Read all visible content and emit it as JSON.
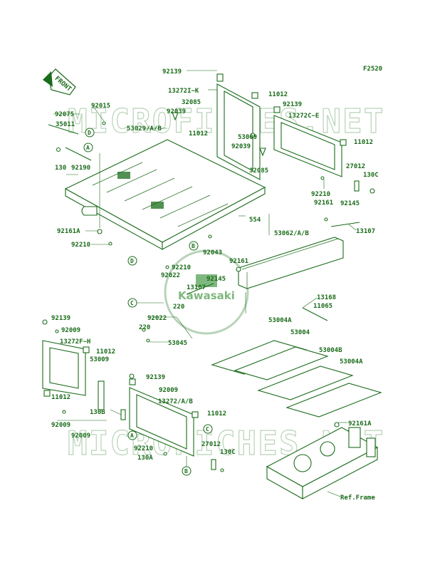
{
  "figure_code": "F2520",
  "front_label": "FRONT",
  "watermark": "MICROFICHES.NET",
  "brand": "Kawasaki",
  "part_labels": [
    {
      "id": "l1",
      "text": "92139"
    },
    {
      "id": "l2",
      "text": "13272I~K"
    },
    {
      "id": "l3",
      "text": "11012"
    },
    {
      "id": "l4",
      "text": "92139"
    },
    {
      "id": "l5",
      "text": "32085"
    },
    {
      "id": "l6",
      "text": "92039"
    },
    {
      "id": "l7",
      "text": "13272C~E"
    },
    {
      "id": "l8",
      "text": "92075"
    },
    {
      "id": "l9",
      "text": "92015"
    },
    {
      "id": "l10",
      "text": "35011"
    },
    {
      "id": "l11",
      "text": "53029/A/B"
    },
    {
      "id": "l12",
      "text": "11012"
    },
    {
      "id": "l13",
      "text": "53009"
    },
    {
      "id": "l14",
      "text": "11012"
    },
    {
      "id": "l15",
      "text": "92039"
    },
    {
      "id": "l16",
      "text": "32085"
    },
    {
      "id": "l17",
      "text": "130"
    },
    {
      "id": "l18",
      "text": "92190"
    },
    {
      "id": "l19",
      "text": "27012"
    },
    {
      "id": "l20",
      "text": "130C"
    },
    {
      "id": "l21",
      "text": "92210"
    },
    {
      "id": "l22",
      "text": "92161"
    },
    {
      "id": "l23",
      "text": "92145"
    },
    {
      "id": "l24",
      "text": "554"
    },
    {
      "id": "l25",
      "text": "92161A"
    },
    {
      "id": "l26",
      "text": "13107"
    },
    {
      "id": "l27",
      "text": "53062/A/B"
    },
    {
      "id": "l28",
      "text": "92210"
    },
    {
      "id": "l29",
      "text": "92043"
    },
    {
      "id": "l30",
      "text": "92161"
    },
    {
      "id": "l31",
      "text": "92210"
    },
    {
      "id": "l32",
      "text": "92022"
    },
    {
      "id": "l33",
      "text": "92145"
    },
    {
      "id": "l34",
      "text": "13107"
    },
    {
      "id": "l35",
      "text": "220"
    },
    {
      "id": "l36",
      "text": "13168"
    },
    {
      "id": "l37",
      "text": "11065"
    },
    {
      "id": "l38",
      "text": "92022"
    },
    {
      "id": "l39",
      "text": "220"
    },
    {
      "id": "l40",
      "text": "53045"
    },
    {
      "id": "l41",
      "text": "53004A"
    },
    {
      "id": "l42",
      "text": "53004"
    },
    {
      "id": "l43",
      "text": "53004B"
    },
    {
      "id": "l44",
      "text": "53004A"
    },
    {
      "id": "l45",
      "text": "92139"
    },
    {
      "id": "l46",
      "text": "92009"
    },
    {
      "id": "l47",
      "text": "13272F~H"
    },
    {
      "id": "l48",
      "text": "11012"
    },
    {
      "id": "l49",
      "text": "53009"
    },
    {
      "id": "l50",
      "text": "92139"
    },
    {
      "id": "l51",
      "text": "92009"
    },
    {
      "id": "l52",
      "text": "13272/A/B"
    },
    {
      "id": "l53",
      "text": "11012"
    },
    {
      "id": "l54",
      "text": "130B"
    },
    {
      "id": "l55",
      "text": "11012"
    },
    {
      "id": "l56",
      "text": "92009"
    },
    {
      "id": "l57",
      "text": "92009"
    },
    {
      "id": "l58",
      "text": "27012"
    },
    {
      "id": "l59",
      "text": "92210"
    },
    {
      "id": "l60",
      "text": "130C"
    },
    {
      "id": "l61",
      "text": "130A"
    },
    {
      "id": "l62",
      "text": "92161A"
    },
    {
      "id": "l63",
      "text": "Ref.Frame"
    }
  ],
  "callouts": [
    {
      "id": "c1",
      "text": "D"
    },
    {
      "id": "c2",
      "text": "A"
    },
    {
      "id": "c3",
      "text": "B"
    },
    {
      "id": "c4",
      "text": "D"
    },
    {
      "id": "c5",
      "text": "C"
    },
    {
      "id": "c6",
      "text": "A"
    },
    {
      "id": "c7",
      "text": "C"
    },
    {
      "id": "c8",
      "text": "B"
    }
  ],
  "colors": {
    "ink": "#1a6b1a",
    "watermark": "#b9d3b9"
  }
}
